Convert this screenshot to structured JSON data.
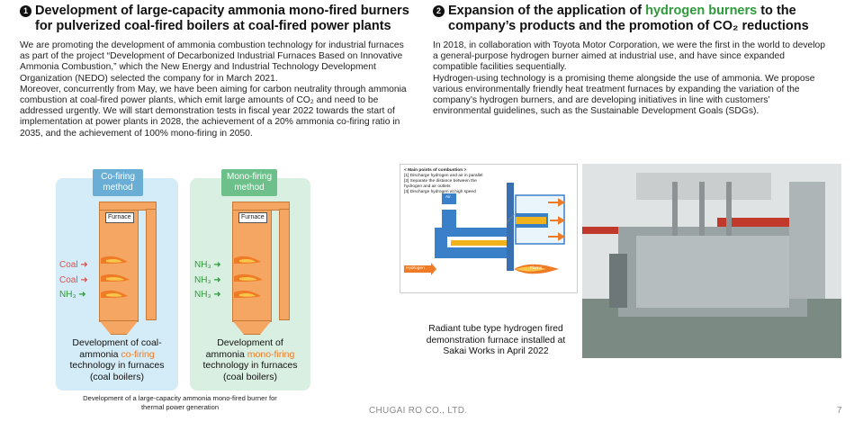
{
  "left": {
    "heading_line1": "Development of large-capacity ammonia mono-fired burners",
    "heading_line2": "for pulverized coal-fired boilers at coal-fired power plants",
    "number": "1",
    "paragraphs": [
      "We are promoting the development of ammonia combustion technology for industrial furnaces as part of the project “Development of Decarbonized Industrial Furnaces Based on Innovative Ammonia Combustion,” which the New Energy and Industrial Technology Development Organization (NEDO) selected the company for in March 2021.",
      "Moreover, concurrently from May, we have been aiming for carbon neutrality through ammonia combustion at coal-fired power plants, which emit large amounts of CO₂ and need to be addressed urgently. We will start demonstration tests in fiscal year 2022 towards the start of implementation at power plants in 2028, the achievement of a 20% ammonia co-firing ratio in 2035, and the achievement of 100% mono-firing in 2050."
    ],
    "figure": {
      "cofiring": {
        "tag_line1": "Co-firing",
        "tag_line2": "method",
        "furnace_label": "Furnace",
        "fuels": [
          "Coal",
          "Coal",
          "NH₃"
        ],
        "caption_line1": "Development of coal-",
        "caption_line2a": "ammonia ",
        "caption_line2b": "co-firing",
        "caption_line3": "technology in furnaces",
        "caption_line4": "(coal boilers)"
      },
      "monofiring": {
        "tag_line1": "Mono-firing",
        "tag_line2": "method",
        "furnace_label": "Furnace",
        "fuels": [
          "NH₃",
          "NH₃",
          "NH₃"
        ],
        "caption_line1": "Development of",
        "caption_line2a": "ammonia ",
        "caption_line2b": "mono-firing",
        "caption_line3": "technology in furnaces",
        "caption_line4": "(coal boilers)"
      },
      "caption_line1": "Development of a large-capacity ammonia mono-fired burner for",
      "caption_line2": "thermal power generation"
    }
  },
  "right": {
    "number": "2",
    "heading_line1a": "Expansion of the application of ",
    "heading_line1b": "hydrogen burners",
    "heading_line1c": " to the",
    "heading_line2": "company’s products and the promotion of CO₂ reductions",
    "paragraphs": [
      "In 2018, in collaboration with Toyota Motor Corporation, we were the first in the world to develop a general-purpose hydrogen burner aimed at industrial use, and have since expanded compatible facilities sequentially.",
      "Hydrogen-using technology is a promising theme alongside the use of ammonia. We propose various environmentally friendly heat treatment furnaces by expanding the variation of the company’s hydrogen burners, and are developing initiatives in line with customers’ environmental guidelines, such as the Sustainable Development Goals (SDGs)."
    ],
    "diagram": {
      "title": "< Main points of combustion >",
      "points": [
        "[1] Discharge hydrogen and air in parallel",
        "[2] Separate the distance between the",
        "     hydrogen and air outlets",
        "[3] Discharge hydrogen at high speed"
      ],
      "air_label": "Air",
      "hydrogen_label": "Hydrogen",
      "flame_label": "Flame"
    },
    "photo_caption_line1": "Radiant tube type hydrogen fired",
    "photo_caption_line2": "demonstration furnace installed at",
    "photo_caption_line3": "Sakai Works in April 2022"
  },
  "footer": {
    "company": "CHUGAI RO CO., LTD.",
    "page": "7"
  },
  "colors": {
    "accent_green": "#2e9a3a",
    "accent_orange": "#f07b27",
    "cofiring_panel": "#d4ecf7",
    "monofiring_panel": "#d9efe1"
  }
}
